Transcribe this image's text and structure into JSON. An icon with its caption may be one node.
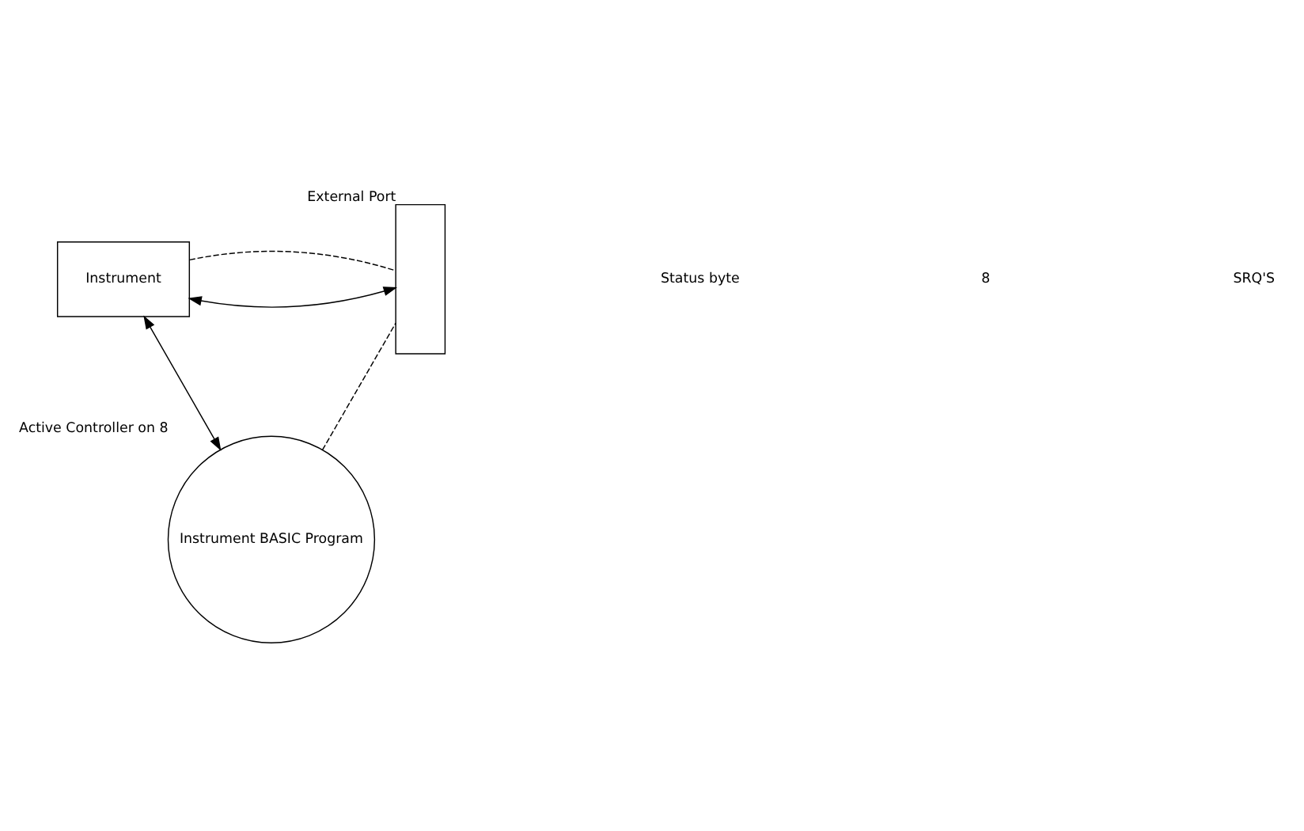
{
  "diagram": {
    "nodes": [
      {
        "text": [
          "Instrument"
        ]
      },
      {
        "text": [
          "External Port"
        ]
      },
      {
        "text": [
          "Instrument BASIC Program"
        ],
        "beside": [
          "Active Controller on 8"
        ]
      }
    ],
    "edges": [
      {
        "from": 0,
        "to": 1,
        "arrow": "both"
      },
      {
        "from": 0,
        "to": 1,
        "arrow": "none",
        "style": "dashed"
      },
      {
        "from": 0,
        "to": 2,
        "arrow": "both"
      },
      {
        "from": 2,
        "to": 1,
        "arrow": "none",
        "style": "dashed"
      }
    ],
    "labels": [
      "Status byte",
      "8",
      "SRQ'S"
    ]
  }
}
